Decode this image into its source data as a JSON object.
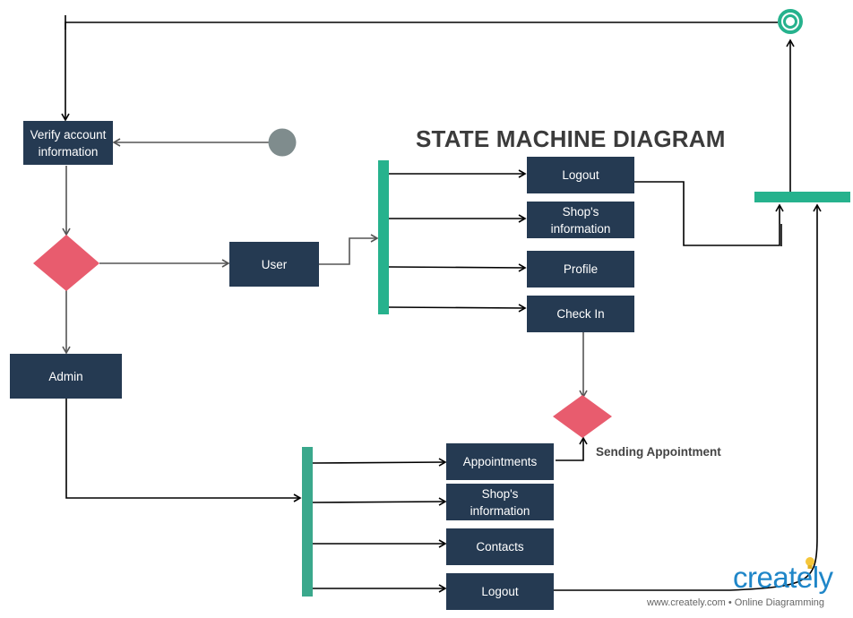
{
  "diagram": {
    "title": "STATE MACHINE DIAGRAM",
    "states": {
      "verify": "Verify account\ninformation",
      "user": "User",
      "admin": "Admin",
      "user_logout": "Logout",
      "user_shop_info": "Shop's\ninformation",
      "user_profile": "Profile",
      "user_check_in": "Check In",
      "admin_appointments": "Appointments",
      "admin_shop_info": "Shop's\ninformation",
      "admin_contacts": "Contacts",
      "admin_logout": "Logout"
    },
    "annotations": {
      "sending_appointment": "Sending Appointment"
    },
    "colors": {
      "state_fill": "#253a52",
      "decision_fill": "#e85c6e",
      "fork_bar": "#26b28d",
      "fork_bar_admin": "#3aa88c",
      "initial_node": "#7f8c8d",
      "final_node": "#26b28d",
      "edge": "#000000"
    }
  },
  "branding": {
    "logo_word": "creately",
    "url_text": "www.creately.com • Online Diagramming"
  }
}
